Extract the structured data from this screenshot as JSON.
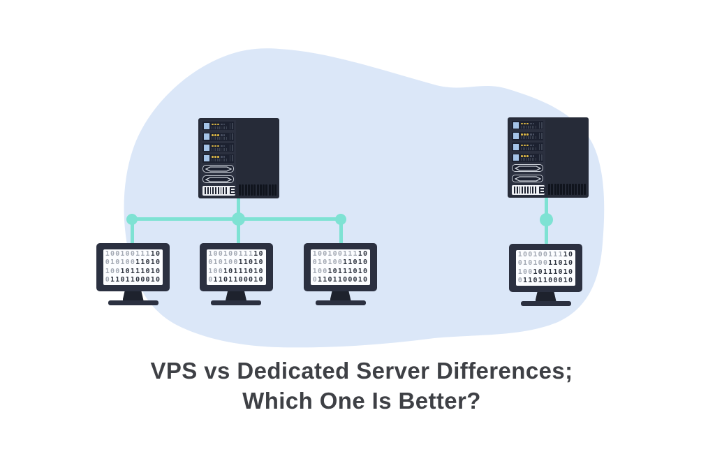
{
  "title": {
    "line1": "VPS vs Dedicated Server Differences;",
    "line2": "Which One Is Better?"
  },
  "binary_screen_lines": [
    {
      "light": "100100111",
      "dark": "10"
    },
    {
      "light": "010100",
      "dark": "11010"
    },
    {
      "light": "100",
      "dark": "10111010"
    },
    {
      "light": "0",
      "dark": "1101100010"
    }
  ],
  "server": {
    "rack_units": 4,
    "drive_bays": 2,
    "bottom_slats": 13,
    "vent_stripes": 9
  },
  "network": {
    "vps_client_monitors": 3,
    "dedicated_client_monitors": 1
  },
  "colors": {
    "blob": "#dbe7f8",
    "teal": "#7ee2d3",
    "server_body": "#262b38",
    "server_panel": "#2b303f",
    "unit_row": "#1c2130",
    "unit_led_blue": "#a5c4e8",
    "unit_led_yellow": "#d9b545",
    "monitor_frame": "#2b3040",
    "binary_light": "#a3a9b4",
    "binary_dark": "#2e3440",
    "title_text": "#3e4045"
  }
}
